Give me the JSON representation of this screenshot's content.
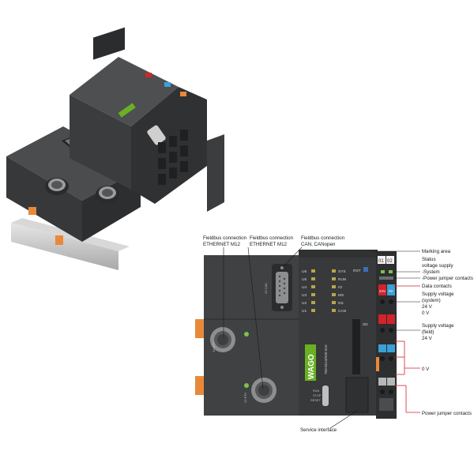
{
  "product": {
    "logo_text": "WAGO",
    "model_number": "750-8213/040-010",
    "switch_labels": [
      "RUN",
      "STOP",
      "RESET"
    ],
    "port_labels": {
      "x1": "X1 ETH",
      "x2": "X2 ETH",
      "x3": "X3 CAN"
    },
    "rst_label": "RST",
    "sd_label": "SD",
    "slot_numbers": [
      "01",
      "02"
    ],
    "terminal_marks": [
      "24V",
      "0V"
    ]
  },
  "leds": {
    "left": [
      "U6",
      "U5",
      "U4",
      "U3",
      "U2",
      "U1"
    ],
    "right": [
      "SYS",
      "RUN",
      "IO",
      "MS",
      "NS",
      "CAN"
    ]
  },
  "callouts": {
    "fieldbus_eth_1": [
      "Fieldbus connection",
      "ETHERNET M12"
    ],
    "fieldbus_eth_2": [
      "Fieldbus connection",
      "ETHERNET M12"
    ],
    "fieldbus_can": [
      "Fieldbus connection",
      "CAN, CANopen"
    ],
    "marking_area": "Marking area",
    "status_supply": [
      "Status",
      "voltage supply",
      "-System",
      "-Power jumper contacts"
    ],
    "data_contacts": "Data contacts",
    "supply_system": [
      "Supply voltage",
      "(system)",
      "24 V",
      "0 V"
    ],
    "supply_field": [
      "Supply voltage",
      "(field)",
      "24 V"
    ],
    "zero_v": "0 V",
    "power_jumper": "Power jumper contacts",
    "service_interface": "Service interface"
  },
  "colors": {
    "housing": "#3f4143",
    "housing_dark": "#2e3032",
    "led_green": "#7bc24a",
    "wago_green": "#6ab023",
    "terminal_red": "#d2232a",
    "terminal_blue": "#3aa0d8",
    "terminal_orange": "#e8893a",
    "callout_line_red": "#d2232a"
  }
}
